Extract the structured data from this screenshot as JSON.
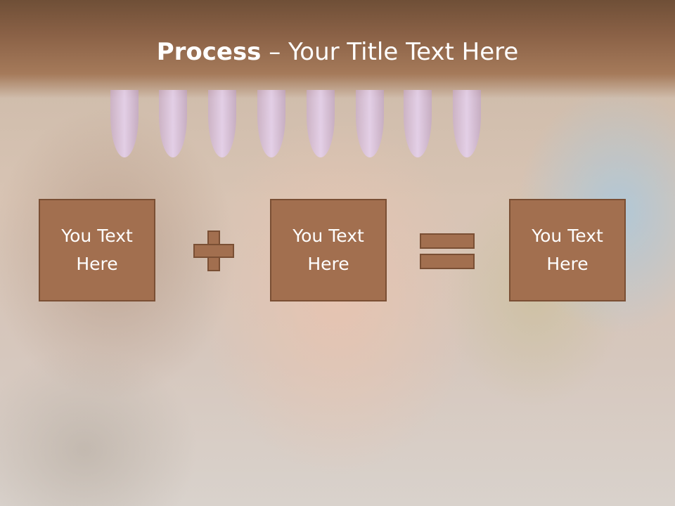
{
  "slide": {
    "title_bold": "Process",
    "title_rest": " – Your Title Text Here",
    "boxes": [
      {
        "line1": "You Text",
        "line2": "Here"
      },
      {
        "line1": "You Text",
        "line2": "Here"
      },
      {
        "line1": "You Text",
        "line2": "Here"
      }
    ],
    "operators": [
      "plus-icon",
      "equals-icon"
    ]
  },
  "colors": {
    "header": "#8a6146",
    "box_fill": "#a26f4f",
    "box_border": "#7a4f34",
    "text": "#ffffff"
  }
}
